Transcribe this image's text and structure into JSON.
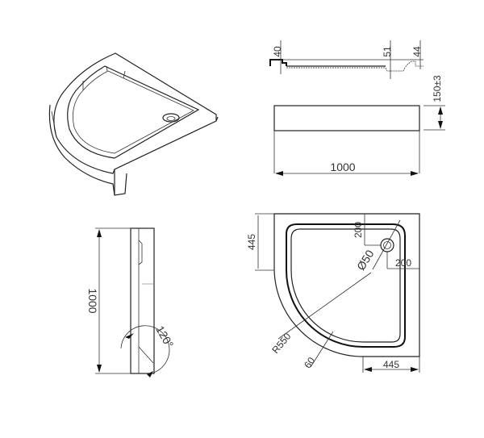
{
  "drawing": {
    "subject": "Quarter-round shower tray technical drawing",
    "views": {
      "isometric": {
        "label": ""
      },
      "section": {
        "dims": {
          "left_rim": "40",
          "drain_depth": "51",
          "right_rim": "44"
        }
      },
      "front": {
        "dims": {
          "width": "1000",
          "height": "150±3"
        }
      },
      "side": {
        "dims": {
          "length": "1000",
          "angle": "120°"
        }
      },
      "plan": {
        "dims": {
          "left_straight": "445",
          "bottom_straight": "445",
          "drain_from_top": "200",
          "drain_from_right": "200",
          "drain_diameter": "Ø50",
          "radius": "R550",
          "rim_width": "60"
        }
      }
    }
  }
}
